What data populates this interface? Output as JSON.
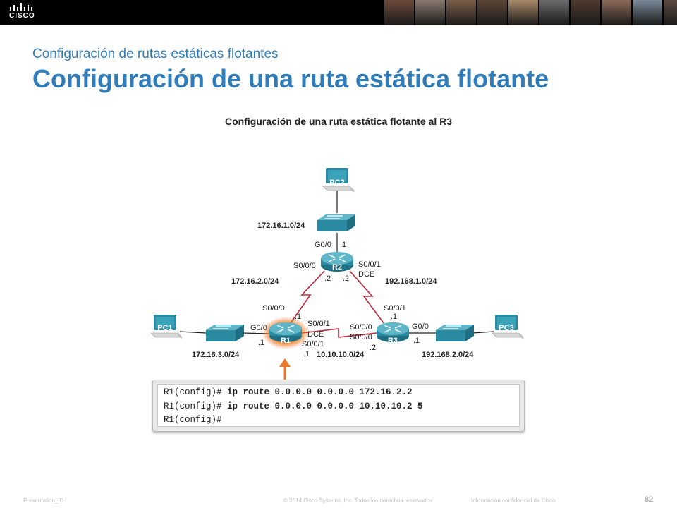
{
  "header": {
    "logo_text": "CISCO",
    "photo_colors": [
      "#6b4a3a",
      "#8a7a70",
      "#7a5e4a",
      "#5a4436",
      "#a88a68",
      "#6a6a6a",
      "#4e3a2e",
      "#8a6a58",
      "#7a8a9a",
      "#5c4a40"
    ]
  },
  "slide": {
    "subtitle": "Configuración de rutas estáticas flotantes",
    "title": "Configuración de una ruta estática flotante"
  },
  "figure": {
    "title": "Configuración de una ruta estática flotante al R3",
    "devices": {
      "pc1": "PC1",
      "pc2": "PC2",
      "pc3": "PC3",
      "r1": "R1",
      "r2": "R2",
      "r3": "R3"
    },
    "networks": {
      "net_pc2": "172.16.1.0/24",
      "net_r1_r2": "172.16.2.0/24",
      "net_r2_r3": "192.168.1.0/24",
      "net_pc1": "172.16.3.0/24",
      "net_r1_r3": "10.10.10.0/24",
      "net_pc3": "192.168.2.0/24"
    },
    "labels": {
      "r2_g00": "G0/0",
      "r2_g00_ip": ".1",
      "r2_s000": "S0/0/0",
      "r2_s001": "S0/0/1",
      "r2_dce": "DCE",
      "r2_s000_ip": ".2",
      "r2_s001_ip": ".2",
      "r1_s000": "S0/0/0",
      "r1_s000_ip": ".1",
      "r1_s001": "S0/0/1",
      "r1_dce": "DCE",
      "r1_s001b": "S0/0/1",
      "r1_s001b_ip": ".1",
      "r1_g00": "G0/0",
      "r1_g00_ip": ".1",
      "r3_s001": "S0/0/1",
      "r3_s001_ip": ".1",
      "r3_s000a": "S0/0/0",
      "r3_s000b": "S0/0/0",
      "r3_s000_ip": ".2",
      "r3_g00": "G0/0",
      "r3_g00_ip": ".1"
    },
    "colors": {
      "serial_link": "#c0283a",
      "router_fill": "#2e8fa6",
      "highlight": "#f07820",
      "arrow": "#e8782a"
    }
  },
  "commands": {
    "line1_prompt": "R1(config)# ",
    "line1_cmd": "ip route 0.0.0.0 0.0.0.0 172.16.2.2",
    "line2_prompt": "R1(config)# ",
    "line2_cmd": "ip route 0.0.0.0 0.0.0.0 10.10.10.2 5",
    "line3_prompt": "R1(config)#"
  },
  "footer": {
    "presentation_id": "Presentation_ID",
    "copyright": "© 2014 Cisco Systems, Inc. Todos los derechos reservados.",
    "confidential": "Información confidencial de Cisco",
    "page_number": "82"
  }
}
